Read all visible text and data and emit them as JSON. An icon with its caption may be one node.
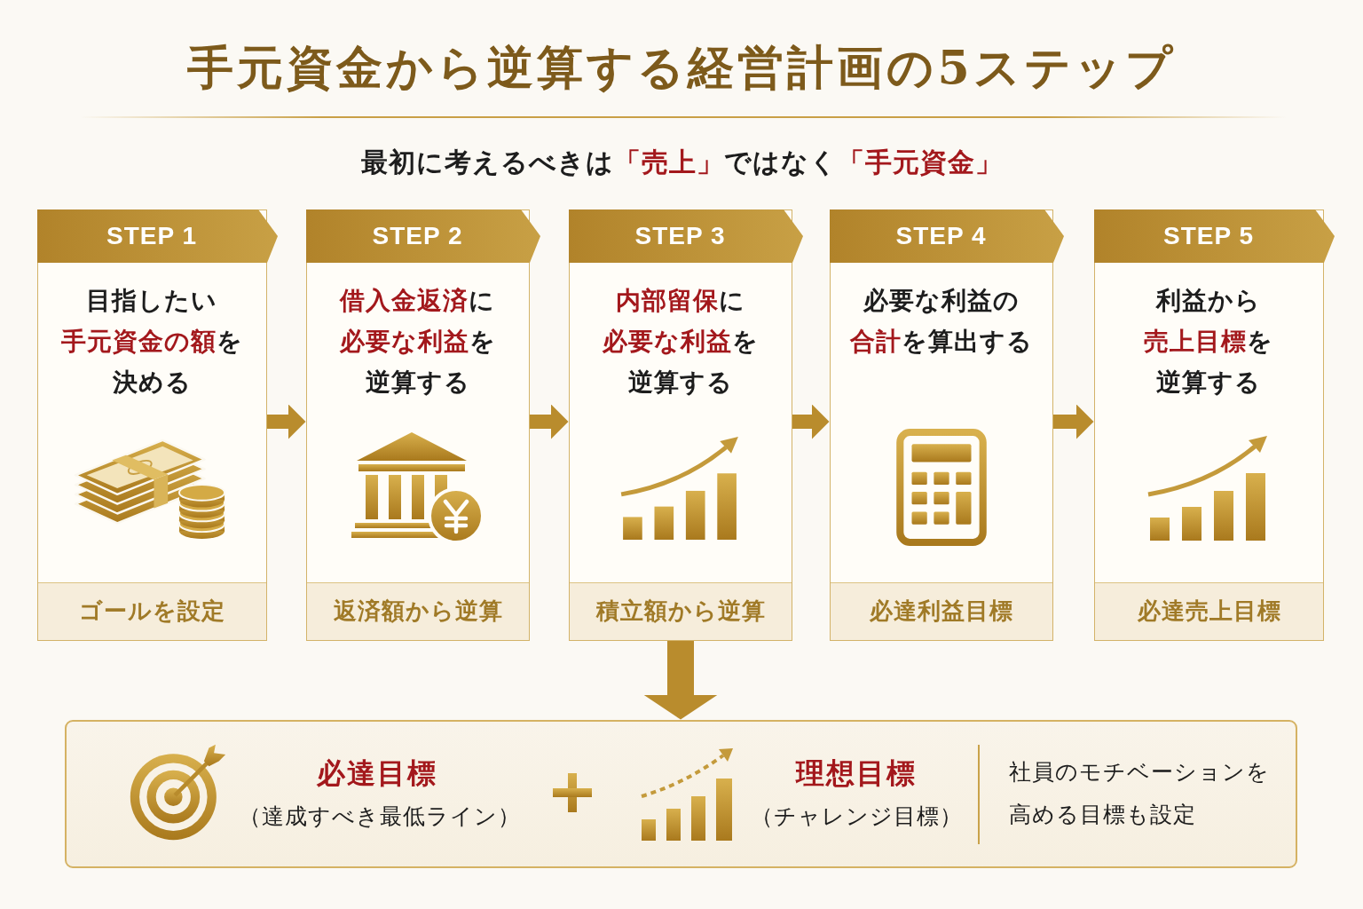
{
  "diagram": {
    "title": "手元資金から逆算する経営計画の5ステップ",
    "nodes": [
      {
        "text": [
          "STEP 1",
          "目指したい**手元資金の額**を決める",
          "ゴールを設定"
        ]
      },
      {
        "text": [
          "STEP 2",
          "**借入金返済**に**必要な利益**を逆算する",
          "返済額から逆算"
        ]
      },
      {
        "text": [
          "STEP 3",
          "**内部留保**に**必要な利益**を逆算する",
          "積立額から逆算"
        ]
      },
      {
        "text": [
          "STEP 4",
          "必要な利益の**合計**を算出する",
          "必達利益目標"
        ]
      },
      {
        "text": [
          "STEP 5",
          "利益から**売上目標**を逆算する",
          "必達売上目標"
        ]
      },
      {
        "text": [
          "必達目標",
          "（達成すべき最低ライン）",
          "理想目標",
          "（チャレンジ目標）",
          "社員のモチベーションを高める目標も設定"
        ]
      }
    ],
    "edges": [
      {
        "from": 0,
        "to": 1,
        "arrow": "to"
      },
      {
        "from": 1,
        "to": 2,
        "arrow": "to"
      },
      {
        "from": 2,
        "to": 3,
        "arrow": "to"
      },
      {
        "from": 3,
        "to": 4,
        "arrow": "to"
      },
      {
        "from": 2,
        "to": 5,
        "arrow": "to",
        "style": "thick"
      }
    ],
    "labels": [
      "最初に考えるべきは**「売上」**ではなく**「手元資金」**"
    ]
  }
}
